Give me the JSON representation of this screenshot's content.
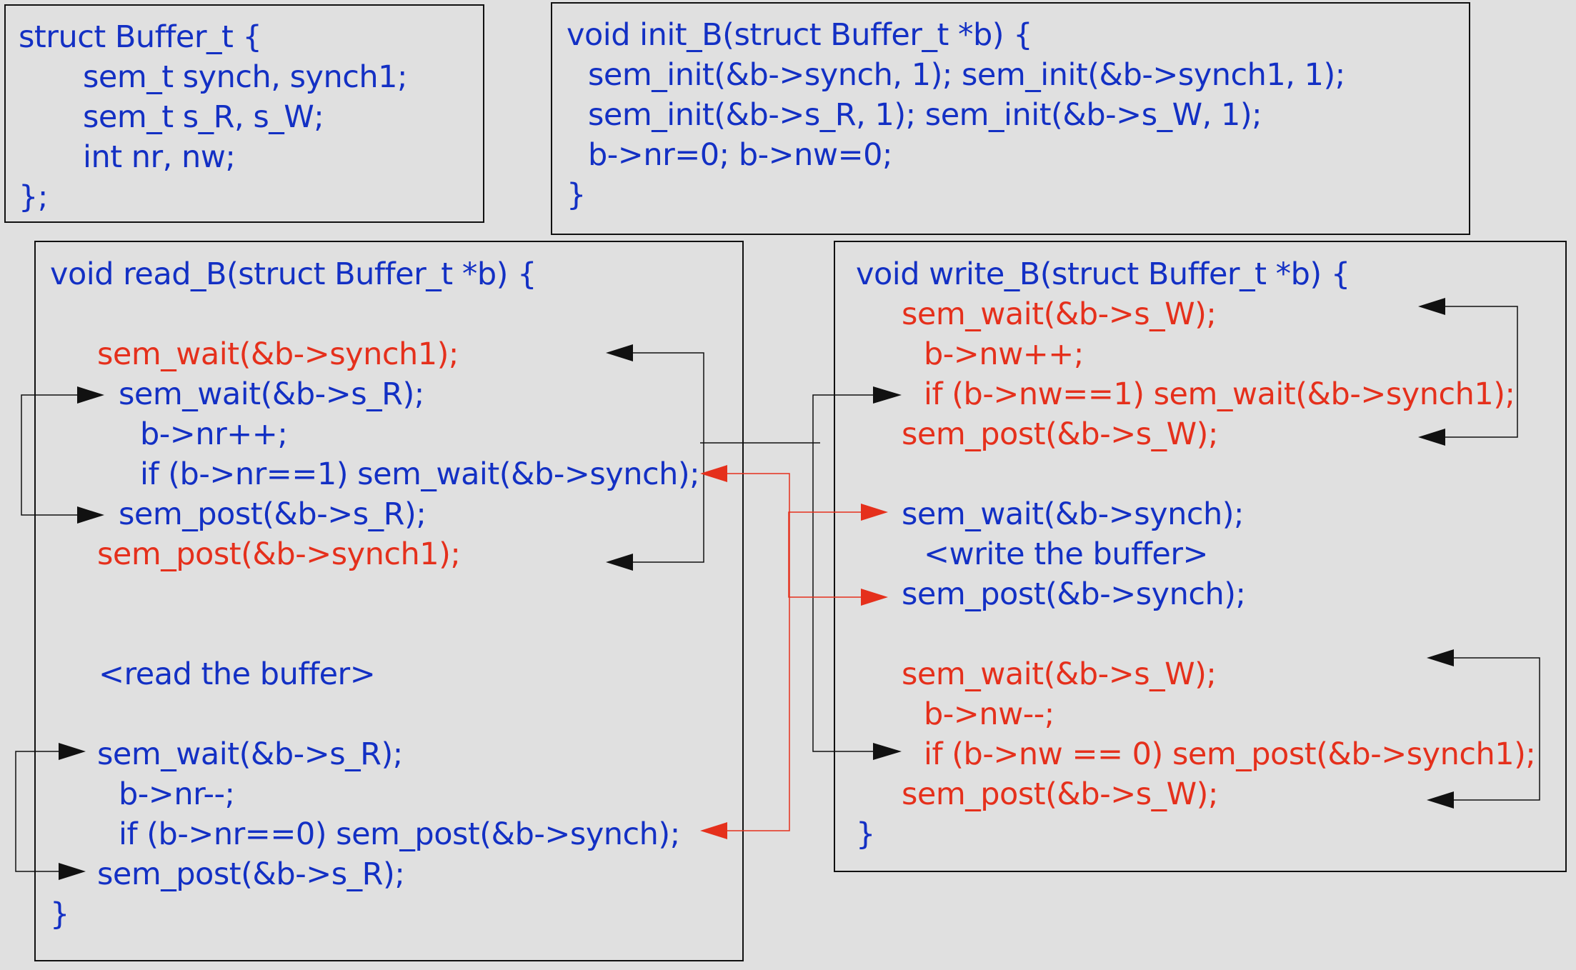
{
  "colors": {
    "code": "#1330c4",
    "highlight": "#e5301c",
    "background": "#e0e0e0",
    "wire": "#111111"
  },
  "struct_box": {
    "lines": [
      "struct Buffer_t {",
      "sem_t synch, synch1;",
      "sem_t s_R, s_W;",
      "int nr, nw;",
      "};"
    ]
  },
  "init_box": {
    "lines": [
      "void init_B(struct Buffer_t *b) {",
      "sem_init(&b->synch, 1); sem_init(&b->synch1, 1);",
      "sem_init(&b->s_R, 1); sem_init(&b->s_W, 1);",
      "b->nr=0; b->nw=0;",
      "}"
    ]
  },
  "read_box": {
    "lines": [
      "void read_B(struct Buffer_t *b) {",
      "sem_wait(&b->synch1);",
      "sem_wait(&b->s_R);",
      "b->nr++;",
      "if (b->nr==1) sem_wait(&b->synch);",
      "sem_post(&b->s_R);",
      "sem_post(&b->synch1);",
      "<read the buffer>",
      "sem_wait(&b->s_R);",
      "b->nr--;",
      "if (b->nr==0) sem_post(&b->synch);",
      "sem_post(&b->s_R);",
      "}"
    ]
  },
  "write_box": {
    "lines": [
      "void write_B(struct Buffer_t *b) {",
      "sem_wait(&b->s_W);",
      "b->nw++;",
      "if (b->nw==1) sem_wait(&b->synch1);",
      "sem_post(&b->s_W);",
      "sem_wait(&b->synch);",
      "<write the buffer>",
      "sem_post(&b->synch);",
      "sem_wait(&b->s_W);",
      "b->nw--;",
      "if (b->nw == 0) sem_post(&b->synch1);",
      "sem_post(&b->s_W);",
      "}"
    ]
  }
}
